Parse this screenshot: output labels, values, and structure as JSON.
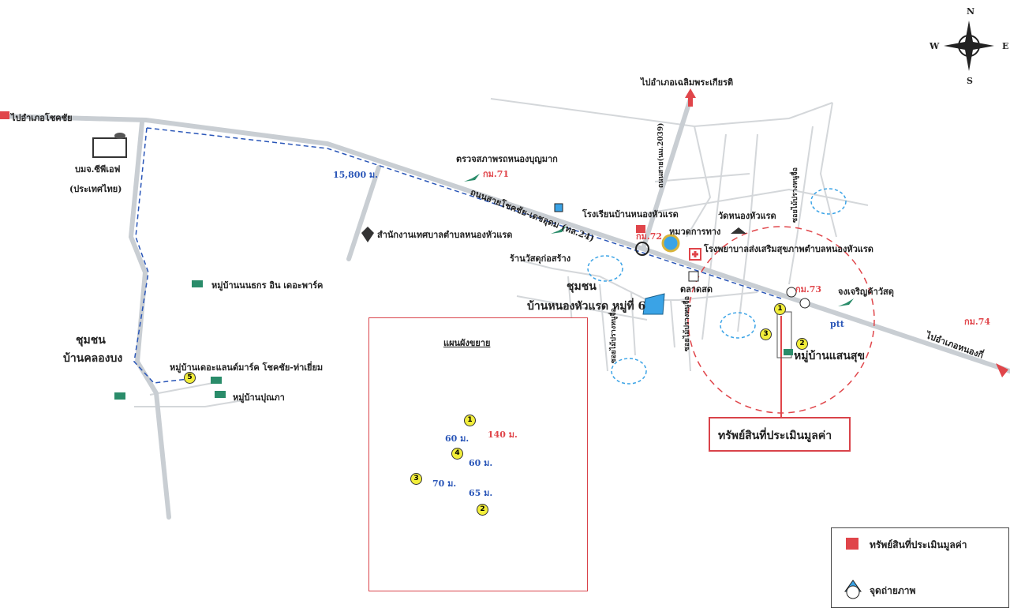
{
  "compass": {
    "n": "N",
    "s": "S",
    "e": "E",
    "w": "W"
  },
  "directions": {
    "to_chok_chai": "ไปอำเภอโชคชัย",
    "to_chaloem": "ไปอำเภอเฉลิมพระเกียรติ",
    "to_nong_ki": "ไปอำเภอหนองกี่"
  },
  "roads": {
    "main": "ถนนสายโชคชัย-เดชอุดม (ทล.24)",
    "nm2039": "ถนนสาย(นม.2039)",
    "soi": "ซอยไม้ปรางหนูจื่อ"
  },
  "km_markers": [
    "กม.71",
    "กม.72",
    "กม.73",
    "กม.74"
  ],
  "distance_total": "15,800 ม.",
  "places": {
    "cpf_1": "บมจ.ซีพีเอฟ",
    "cpf_2": "(ประเทศไทย)",
    "inspection": "ตรวจสภาพรถหนองบุญมาก",
    "municipal": "สำนักงานเทศบาลตำบลหนองหัวแรด",
    "hardware": "ร้านวัสดุก่อสร้าง",
    "school": "โรงเรียนบ้านหนองหัวแรด",
    "highway_unit": "หมวดการทาง",
    "temple": "วัดหนองหัวแรด",
    "hospital": "โรงพยาบาลส่งเสริมสุขภาพตำบลหนองหัวแรด",
    "market": "ตลาดสด",
    "community6_1": "ชุมชน",
    "community6_2": "บ้านหนองหัวแรด หมู่ที่ 6",
    "jongcharoen": "จงเจริญค้าวัสดุ",
    "ptt": "ptt",
    "saensuk": "หมู่บ้านแสนสุข",
    "nontakorn": "หมู่บ้านนนธกร อิน เดอะพาร์ค",
    "klongbong_1": "ชุมชน",
    "klongbong_2": "บ้านคลองบง",
    "landmark": "หมู่บ้านเดอะแลนด์มาร์ค โชคชัย-ท่าเยี่ยม",
    "putka": "หมู่บ้านปุณภา"
  },
  "property_label": "ทรัพย์สินที่ประเมินมูลค่า",
  "inset": {
    "title": "แผนผังขยาย",
    "d140": "140 ม.",
    "d60a": "60 ม.",
    "d60b": "60 ม.",
    "d70": "70 ม.",
    "d65": "65 ม."
  },
  "point_numbers": [
    "1",
    "2",
    "3",
    "4",
    "5"
  ],
  "legend": {
    "property": "ทรัพย์สินที่ประเมินมูลค่า",
    "photo_point": "จุดถ่ายภาพ"
  },
  "colors": {
    "road": "#c9ced3",
    "route": "#2a56b8",
    "accent": "#e0454a",
    "water": "#3aa3e6"
  }
}
